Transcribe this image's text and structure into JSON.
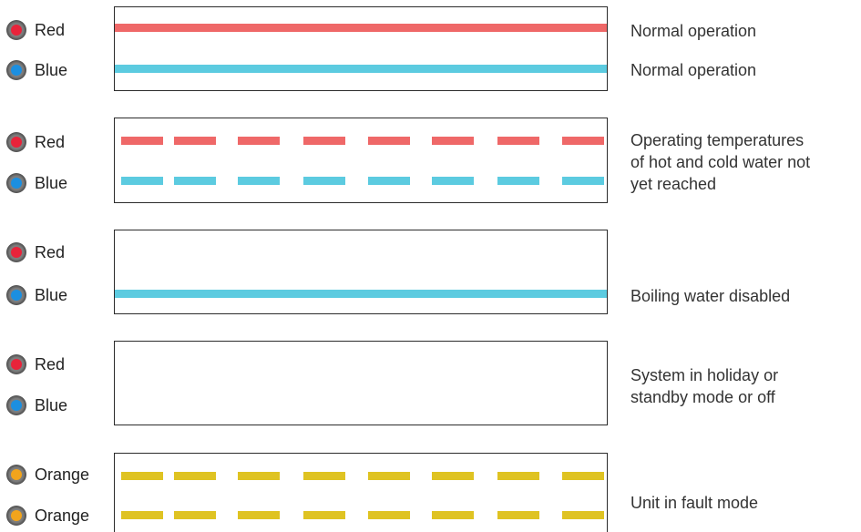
{
  "colors": {
    "red_led": "#e8233a",
    "blue_led": "#1c8fe0",
    "orange_led": "#f2a41c",
    "red_line": "#ef6868",
    "blue_line": "#5ccbe0",
    "orange_line": "#dfc322",
    "border": "#2b2b2b"
  },
  "rows": [
    {
      "leds": [
        {
          "label": "Red",
          "color": "red"
        },
        {
          "label": "Blue",
          "color": "blue"
        }
      ],
      "lines": [
        "solid",
        "solid"
      ],
      "descriptions": [
        "Normal operation",
        "Normal operation"
      ]
    },
    {
      "leds": [
        {
          "label": "Red",
          "color": "red"
        },
        {
          "label": "Blue",
          "color": "blue"
        }
      ],
      "lines": [
        "dashed",
        "dashed"
      ],
      "descriptions": [
        "Operating temperatures",
        "of hot and cold water not",
        "yet reached"
      ]
    },
    {
      "leds": [
        {
          "label": "Red",
          "color": "red"
        },
        {
          "label": "Blue",
          "color": "blue"
        }
      ],
      "lines": [
        "none",
        "solid"
      ],
      "descriptions": [
        "Boiling water disabled"
      ]
    },
    {
      "leds": [
        {
          "label": "Red",
          "color": "red"
        },
        {
          "label": "Blue",
          "color": "blue"
        }
      ],
      "lines": [
        "none",
        "none"
      ],
      "descriptions": [
        "System in holiday or",
        "standby mode or off"
      ]
    },
    {
      "leds": [
        {
          "label": "Orange",
          "color": "orange"
        },
        {
          "label": "Orange",
          "color": "orange"
        }
      ],
      "lines": [
        "dashed",
        "dashed"
      ],
      "descriptions": [
        "Unit in fault mode"
      ]
    }
  ]
}
